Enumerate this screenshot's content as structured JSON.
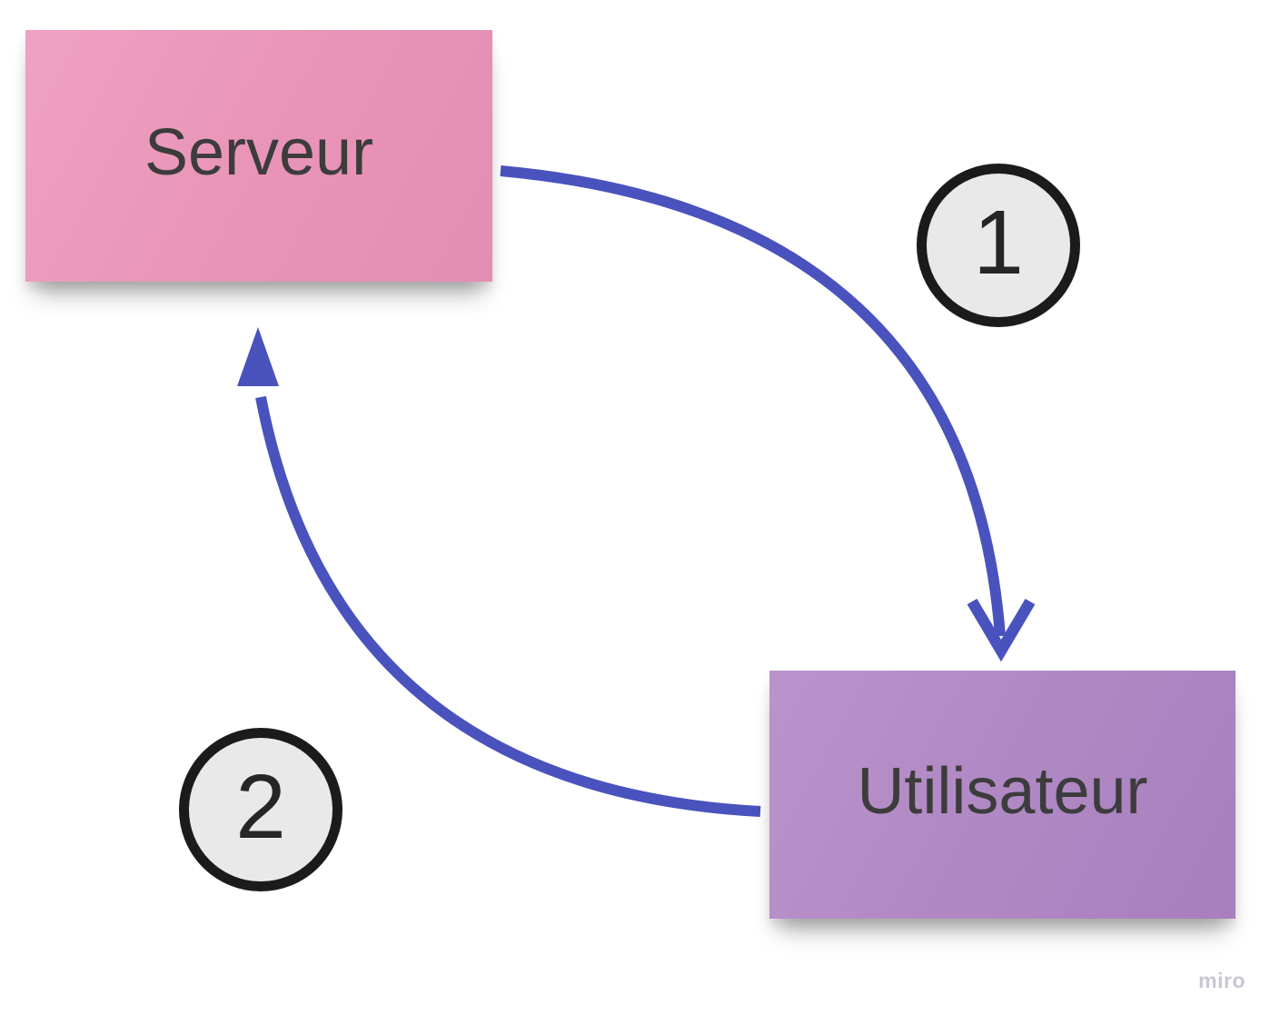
{
  "canvas": {
    "background": "#ffffff"
  },
  "diagram": {
    "nodes": [
      {
        "id": "serveur",
        "type": "sticky-note",
        "label": "Serveur",
        "color": "#e995b8"
      },
      {
        "id": "utilisateur",
        "type": "sticky-note",
        "label": "Utilisateur",
        "color": "#b089c4"
      }
    ],
    "connectors": [
      {
        "id": "connector-1",
        "from": "serveur",
        "to": "utilisateur",
        "badge": "1",
        "head": "open-chevron"
      },
      {
        "id": "connector-2",
        "from": "utilisateur",
        "to": "serveur",
        "badge": "2",
        "head": "filled-triangle"
      }
    ]
  },
  "watermark": {
    "label": "miro"
  },
  "colors": {
    "connector": "#4a52be",
    "sticky_pink": "#e995b8",
    "sticky_purple": "#b089c4",
    "badge_fill": "#e9e9e9",
    "badge_border": "#1b1b1b",
    "note_text": "#3c3c3c",
    "watermark_text": "#c8c8d4"
  }
}
